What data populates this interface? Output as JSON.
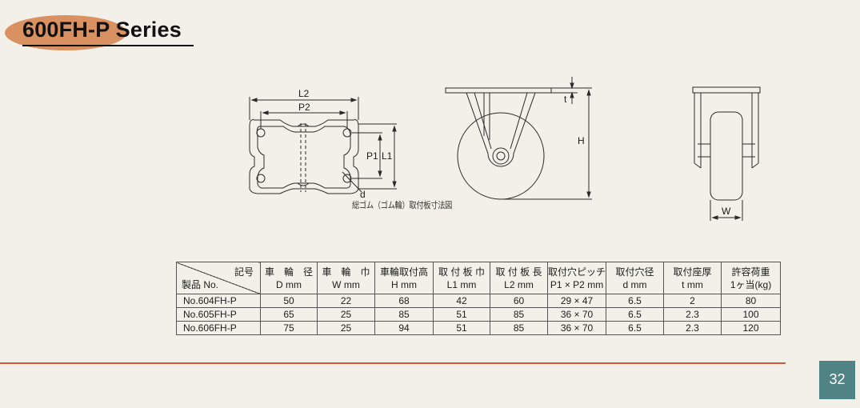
{
  "header": {
    "title": "600FH-P Series"
  },
  "drawings": {
    "top_view": {
      "labels": {
        "l2": "L2",
        "p2": "P2",
        "p1": "P1",
        "l1": "L1",
        "d": "d"
      }
    },
    "side_view": {
      "labels": {
        "t": "t",
        "h": "H"
      }
    },
    "front_view": {
      "labels": {
        "w": "W"
      }
    },
    "note": "総ゴム（ゴム輪）取付板寸法図"
  },
  "table": {
    "corner_top": "記号",
    "corner_bottom": "製品 No.",
    "columns": [
      {
        "name": "車　輪　径",
        "unit": "D mm"
      },
      {
        "name": "車　輪　巾",
        "unit": "W mm"
      },
      {
        "name": "車輪取付高",
        "unit": "H mm"
      },
      {
        "name": "取 付 板 巾",
        "unit": "L1 mm"
      },
      {
        "name": "取 付 板 長",
        "unit": "L2 mm"
      },
      {
        "name": "取付穴ピッチ",
        "unit": "P1 × P2 mm"
      },
      {
        "name": "取付穴径",
        "unit": "d mm"
      },
      {
        "name": "取付座厚",
        "unit": "t mm"
      },
      {
        "name": "許容荷重",
        "unit": "1ヶ当(kg)"
      }
    ],
    "rows": [
      {
        "product": "No.604FH-P",
        "values": [
          "50",
          "22",
          "68",
          "42",
          "60",
          "29 × 47",
          "6.5",
          "2",
          "80"
        ]
      },
      {
        "product": "No.605FH-P",
        "values": [
          "65",
          "25",
          "85",
          "51",
          "85",
          "36 × 70",
          "6.5",
          "2.3",
          "100"
        ]
      },
      {
        "product": "No.606FH-P",
        "values": [
          "75",
          "25",
          "94",
          "51",
          "85",
          "36 × 70",
          "6.5",
          "2.3",
          "120"
        ]
      }
    ]
  },
  "footer": {
    "page_number": "32",
    "accent_color": "#d4573e",
    "page_box_color": "#4f8384"
  }
}
